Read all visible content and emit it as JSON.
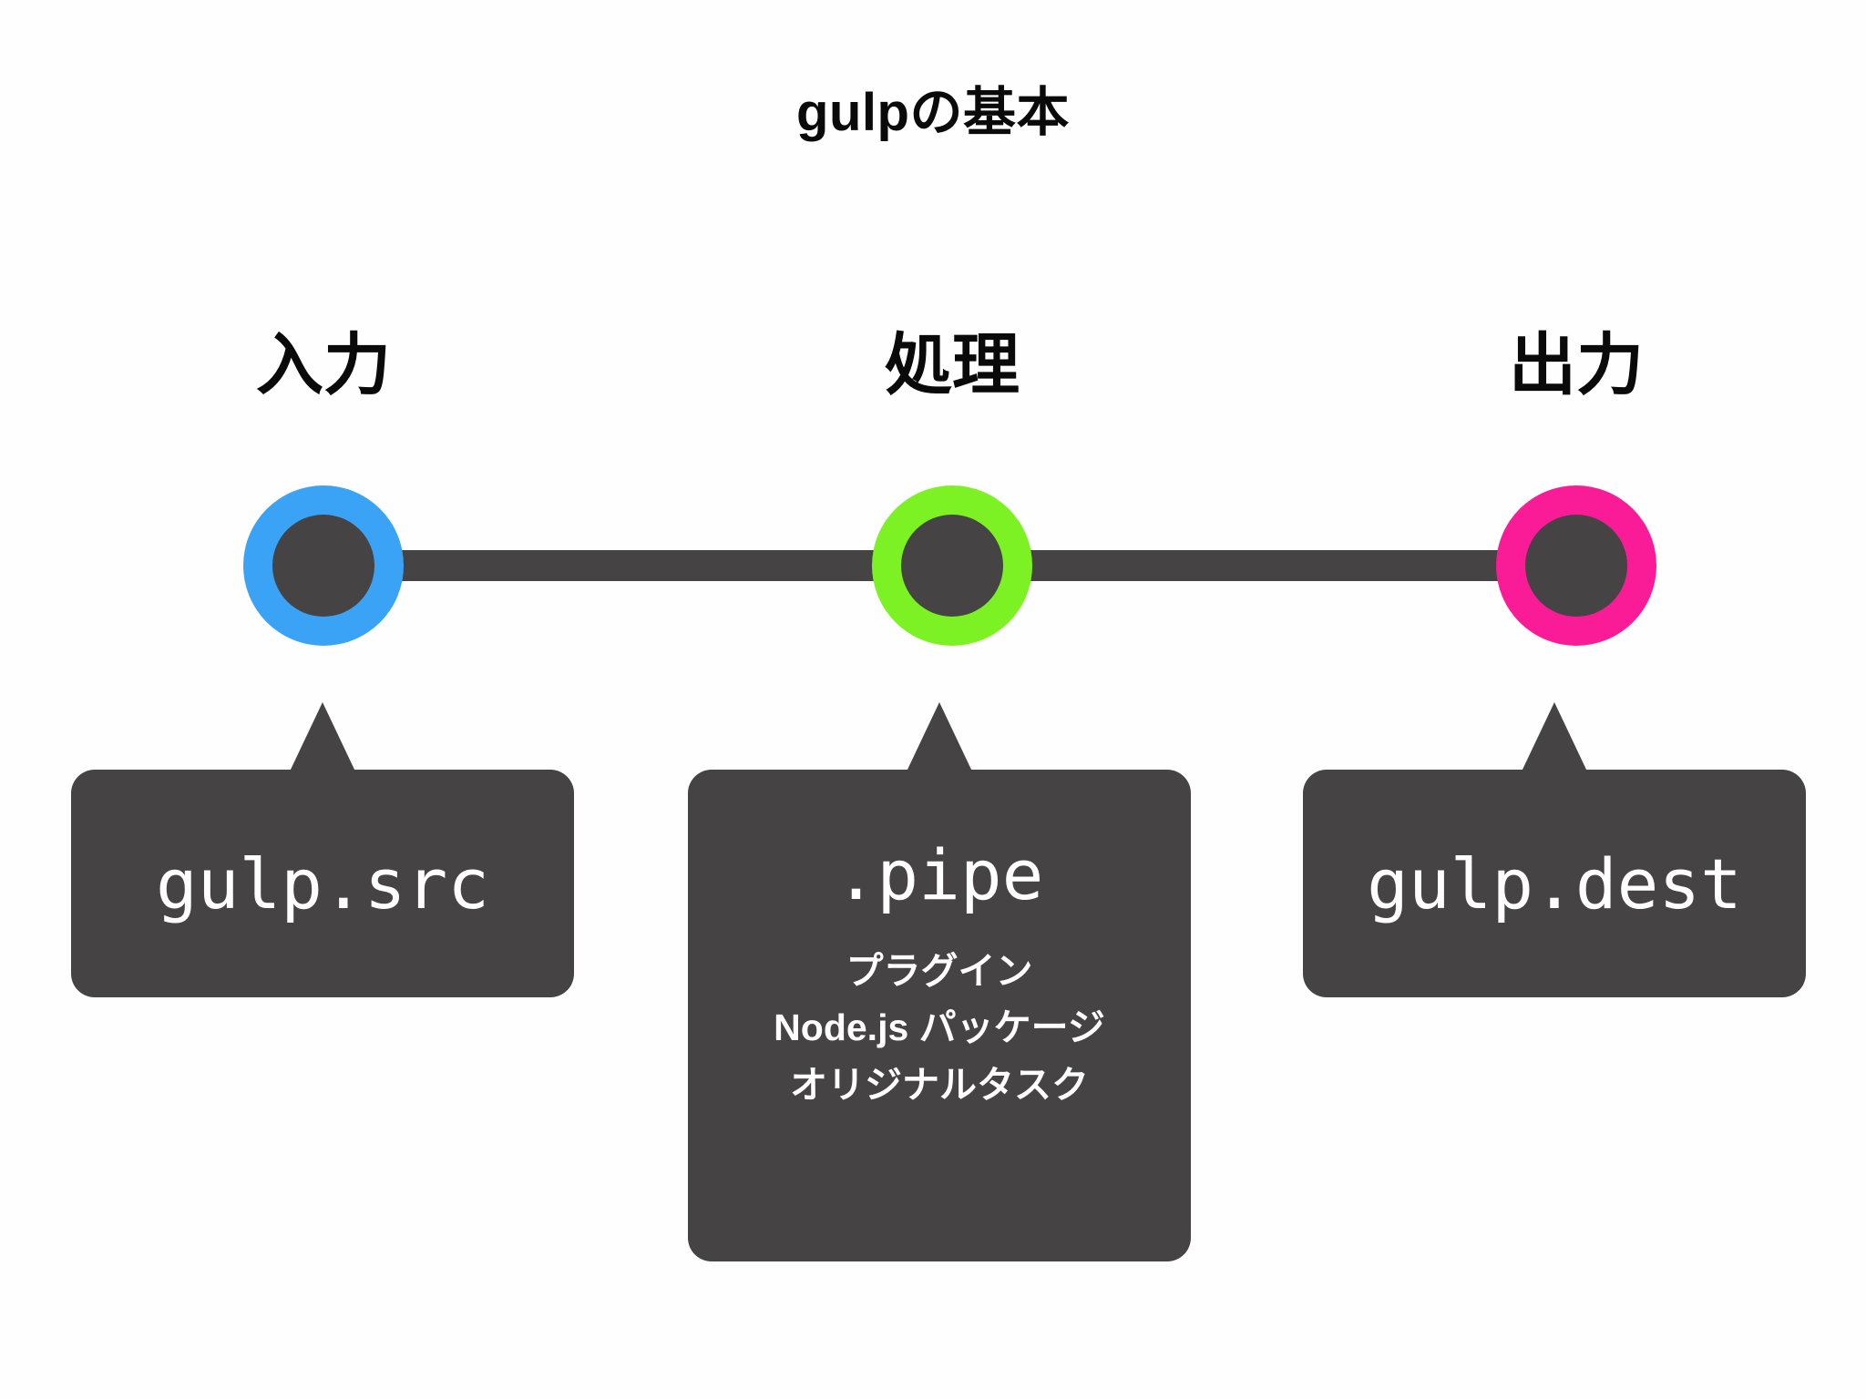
{
  "title": "gulpの基本",
  "theme": {
    "background": "#fefefe",
    "dark": "#454343",
    "text_on_dark": "#ffffff",
    "title_color": "#0a0a0a"
  },
  "diagram": {
    "type": "pipeline",
    "stages": [
      {
        "id": "input",
        "label": "入力",
        "ring_color": "#3ba3f5",
        "core_color": "#454343",
        "callout": {
          "code": "gulp.src",
          "details": []
        }
      },
      {
        "id": "process",
        "label": "処理",
        "ring_color": "#7cf123",
        "core_color": "#454343",
        "callout": {
          "code": ".pipe",
          "details": [
            "プラグイン",
            "Node.js パッケージ",
            "オリジナルタスク"
          ]
        }
      },
      {
        "id": "output",
        "label": "出力",
        "ring_color": "#f91c96",
        "core_color": "#454343",
        "callout": {
          "code": "gulp.dest",
          "details": []
        }
      }
    ],
    "connector_color": "#454343"
  }
}
